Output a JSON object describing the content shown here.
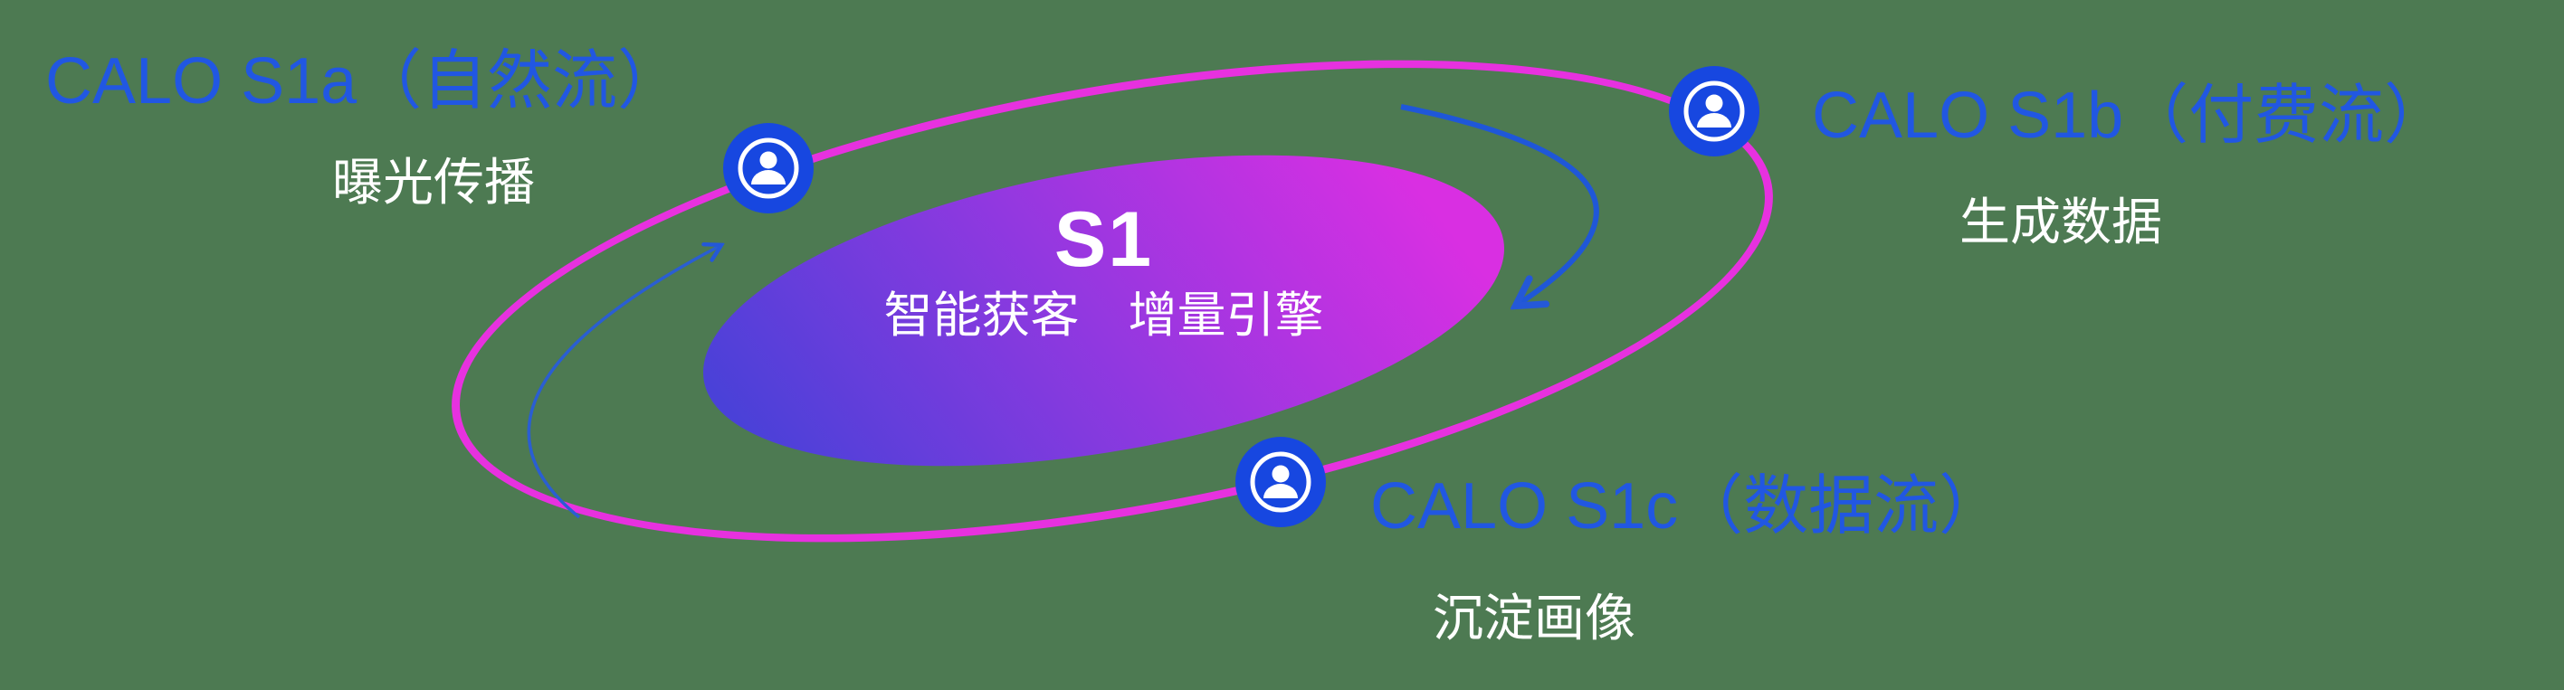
{
  "diagram": {
    "background_color": "#4d7a52",
    "center": {
      "title": "S1",
      "subtitle": "智能获客　增量引擎",
      "gradient_start": "#4a41d8",
      "gradient_mid": "#9238e0",
      "gradient_end": "#d92fe2"
    },
    "orbit": {
      "ring_color": "#e731df"
    },
    "nodes": [
      {
        "id": "s1a",
        "title": "CALO S1a（自然流）",
        "subtitle": "曝光传播",
        "icon": "user-icon",
        "position": "top-left"
      },
      {
        "id": "s1b",
        "title": "CALO S1b（付费流）",
        "subtitle": "生成数据",
        "icon": "user-icon",
        "position": "top-right"
      },
      {
        "id": "s1c",
        "title": "CALO S1c（数据流）",
        "subtitle": "沉淀画像",
        "icon": "user-icon",
        "position": "bottom-center"
      }
    ],
    "arrows": [
      {
        "id": "left-arrow",
        "description": "curved arrow rising counterclockwise toward top-left node"
      },
      {
        "id": "right-arrow",
        "description": "curved arrow sweeping clockwise down toward center ellipse"
      }
    ],
    "colors": {
      "node_title_blue": "#2157e2",
      "subtitle_white": "#ffffff",
      "icon_circle_blue": "#1747e0",
      "icon_glyph_white": "#ffffff",
      "arrow_blue": "#2458d8"
    }
  }
}
